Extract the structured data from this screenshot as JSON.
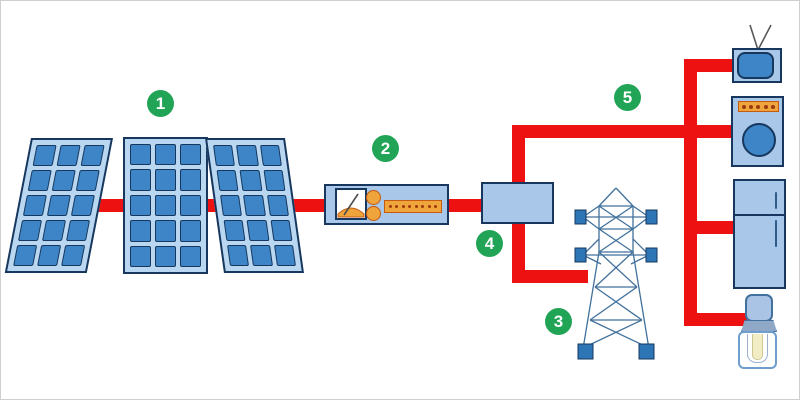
{
  "diagram": {
    "type": "solar-power-system-flow",
    "markers": [
      {
        "number": "1",
        "component": "solar-panel-array"
      },
      {
        "number": "2",
        "component": "charge-controller"
      },
      {
        "number": "3",
        "component": "transmission-tower"
      },
      {
        "number": "4",
        "component": "inverter"
      },
      {
        "number": "5",
        "component": "household-appliances"
      }
    ],
    "solar_array": {
      "panel_count": 3,
      "cells_per_panel": 15,
      "grid": "3x5"
    },
    "appliances": [
      "television",
      "washing-machine",
      "refrigerator",
      "light-bulb"
    ],
    "colors": {
      "wire_red": "#ee1111",
      "marker_green": "#21a455",
      "panel_frame_blue": "#b9d7f1",
      "panel_cell_blue": "#3d85c6",
      "outline_navy": "#17375e",
      "device_fill_blue": "#a9c7e8",
      "accent_orange": "#f0a43c",
      "orange_border": "#c55a11",
      "dot_brown": "#9c3a0e",
      "tower_steel_blue": "#41719c",
      "insulator_blue": "#2e75b6",
      "bulb_yellow": "#f2edc4"
    }
  }
}
